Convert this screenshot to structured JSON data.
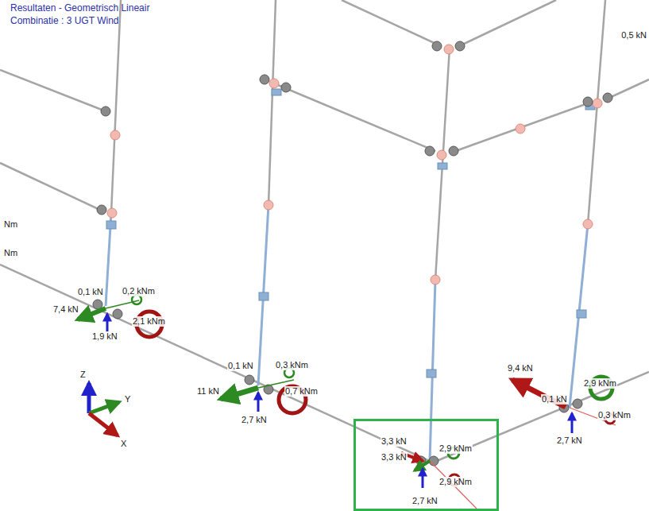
{
  "diagram": {
    "title": "Resultaten - Geometrisch Lineair",
    "nodes": [
      {
        "text": [
          "3,3 kN",
          "3,3 kN",
          "2,9 kNm",
          "2,9 kNm",
          "2,7 kN"
        ]
      }
    ],
    "labels": [
      "Combinatie : 3 UGT Wind",
      "0,5 kN",
      "Nm",
      "Nm",
      "0,1 kN",
      "0,2 kNm",
      "7,4 kN",
      "2,1 kNm",
      "1,9 kN",
      "0,1 kN",
      "0,3 kNm",
      "11 kN",
      "0,7 kNm",
      "2,7 kN",
      "9,4 kN",
      "0,1 kN",
      "2,9 kNm",
      "0,3 kNm",
      "2,7 kN",
      "Z",
      "Y",
      "X"
    ]
  }
}
